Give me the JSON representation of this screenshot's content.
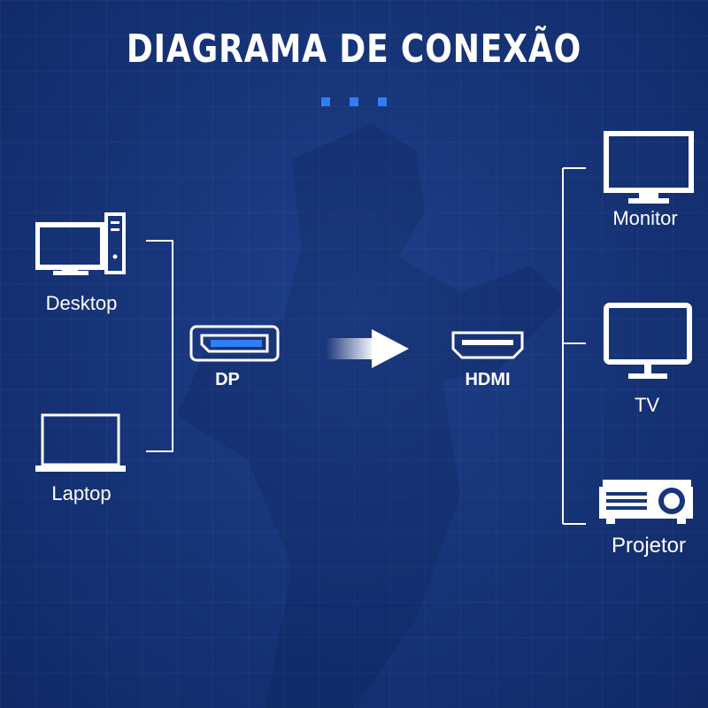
{
  "header": {
    "title": "DIAGRAMA DE CONEXÃO"
  },
  "sources": {
    "desktop": "Desktop",
    "laptop": "Laptop"
  },
  "adapter": {
    "input": "DP",
    "output": "HDMI"
  },
  "outputs": {
    "monitor": "Monitor",
    "tv": "TV",
    "projector": "Projetor"
  },
  "colors": {
    "accent": "#2f7ef5",
    "icon": "#ffffff",
    "background": "#17357a"
  }
}
